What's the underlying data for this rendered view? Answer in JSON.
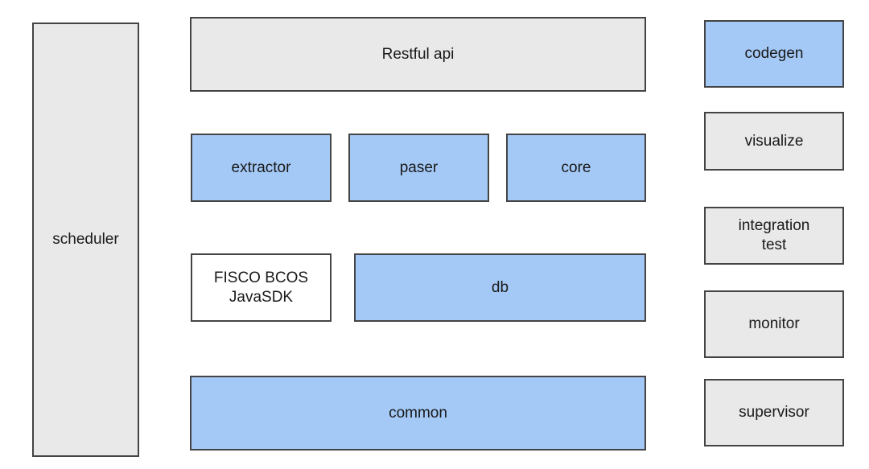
{
  "colors": {
    "gray": "#e9e9e9",
    "blue": "#a4c9f6",
    "white": "#ffffff",
    "border": "#444444"
  },
  "modules": {
    "scheduler": "scheduler",
    "restful_api": "Restful api",
    "extractor": "extractor",
    "paser": "paser",
    "core": "core",
    "sdk_line1": "FISCO BCOS",
    "sdk_line2": "JavaSDK",
    "db": "db",
    "common": "common",
    "codegen": "codegen",
    "visualize": "visualize",
    "integration_line1": "integration",
    "integration_line2": "test",
    "monitor": "monitor",
    "supervisor": "supervisor"
  }
}
